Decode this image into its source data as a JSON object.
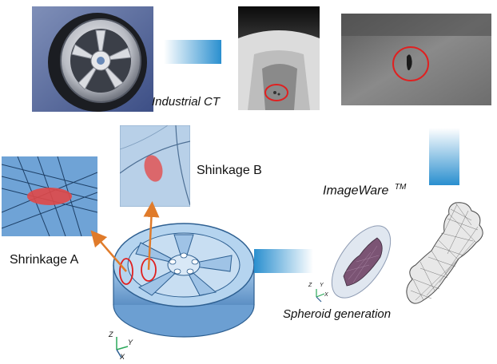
{
  "labels": {
    "industrial_ct": "Industrial CT",
    "shrinkage_b": "Shinkage B",
    "imageware": "ImageWare",
    "imageware_tm": "TM",
    "shrinkage_a": "Shrinkage A",
    "spheroid_generation": "Spheroid generation"
  },
  "axes": {
    "small": {
      "z": "Z",
      "y": "Y",
      "x": "X"
    },
    "large": {
      "z": "Z",
      "y": "Y",
      "x": "X"
    }
  },
  "colors": {
    "flow_arrow_light": "#e8f4fb",
    "flow_arrow_dark": "#2a8fcf",
    "callout_arrow": "#e07b2a",
    "defect_marker": "#e02020",
    "wheel_model": "#7fb3e0",
    "wheel_model_edge": "#2d5f91"
  }
}
